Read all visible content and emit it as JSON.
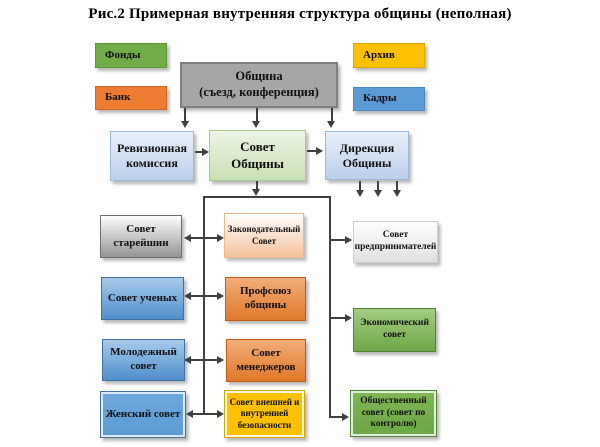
{
  "title": "Рис.2 Примерная внутренняя структура  общины (неполная)",
  "colors": {
    "green": "#70AD47",
    "orange": "#ED7D31",
    "yellow": "#FFC000",
    "blue": "#5B9BD5",
    "gray": "#A6A6A6",
    "connector": "#3f3f3f"
  },
  "nodes": {
    "fondy": {
      "label": "Фонды"
    },
    "bank": {
      "label": "Банк"
    },
    "obshchina": {
      "line1": "Община",
      "line2": "(съезд, конференция)"
    },
    "arkhiv": {
      "label": "Архив"
    },
    "kadry": {
      "label": "Кадры"
    },
    "revizionnaya": {
      "label": "Ревизионная комиссия"
    },
    "sovet_obshchiny": {
      "label": "Совет Общины"
    },
    "direktsiya": {
      "label": "Дирекция Общины"
    },
    "sovet_stareishin": {
      "label": "Совет старейшин"
    },
    "zakonodatelny_sovet": {
      "label": "Законодательный Совет"
    },
    "sovet_predprinimateley": {
      "label": "Совет предпринимателей"
    },
    "sovet_uchenykh": {
      "label": "Совет ученых"
    },
    "profsoyuz_obshchiny": {
      "label": "Профсоюз общины"
    },
    "ekonomichesky_sovet": {
      "label": "Экономический совет"
    },
    "molodezhny_sovet": {
      "label": "Молодежный совет"
    },
    "sovet_menedzherov": {
      "label": "Совет менеджеров"
    },
    "zhensky_sovet": {
      "label": "Женский совет"
    },
    "sovet_bezopasnosti": {
      "label": "Совет внешней и внутренней безопасности"
    },
    "obshchestvenny_sovet": {
      "label": "Общественный совет (совет по контролю)"
    }
  }
}
